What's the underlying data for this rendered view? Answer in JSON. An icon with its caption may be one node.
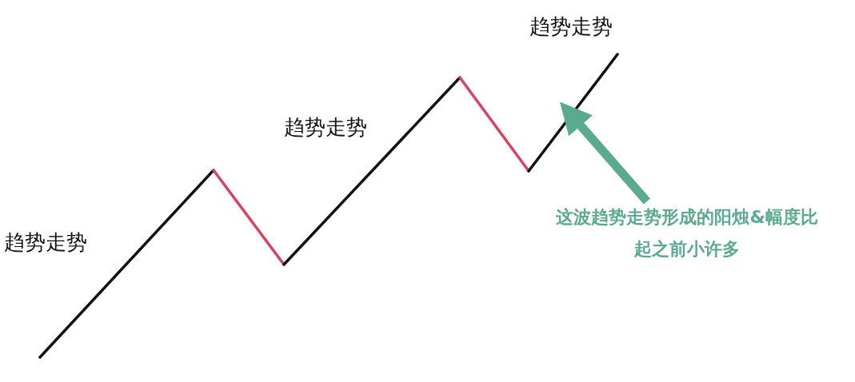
{
  "diagram": {
    "nodes": [
      {
        "text": [
          "这波趋势走势形成的阳烛&幅度比起之前小许多"
        ]
      },
      {
        "text": [],
        "shape": "line"
      }
    ],
    "edges": [
      {
        "from": 0,
        "to": 1,
        "arrow": "to"
      }
    ],
    "labels": [
      "趋势走势",
      "趋势走势",
      "趋势走势"
    ]
  }
}
